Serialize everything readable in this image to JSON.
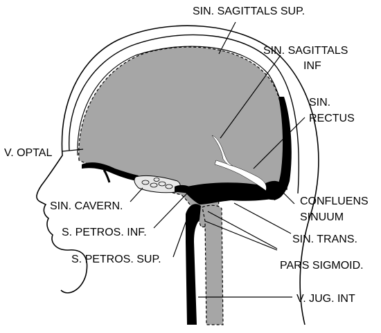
{
  "labels": {
    "sin_sagittalis_sup": "SIN. SAGITTALS SUP.",
    "sin_sagittalis_inf_line1": "SIN. SAGITTALS",
    "sin_sagittalis_inf_line2": "INF",
    "sin_rectus_line1": "SIN.",
    "sin_rectus_line2": "RECTUS",
    "v_optal": "V. OPTAL",
    "confluens_line1": "CONFLUENS",
    "confluens_line2": "SINUUM",
    "sin_cavern": "SIN. CAVERN.",
    "s_petros_inf": "S. PETROS. INF.",
    "sin_trans": "SIN. TRANS.",
    "s_petros_sup": "S. PETROS. SUP.",
    "pars_sigmoid": "PARS SIGMOID.",
    "v_jug_int": "V. JUG. INT"
  },
  "colors": {
    "brain_fill": "#a6a6a6",
    "sinus": "#000000",
    "outline": "#000000",
    "background": "#ffffff"
  }
}
